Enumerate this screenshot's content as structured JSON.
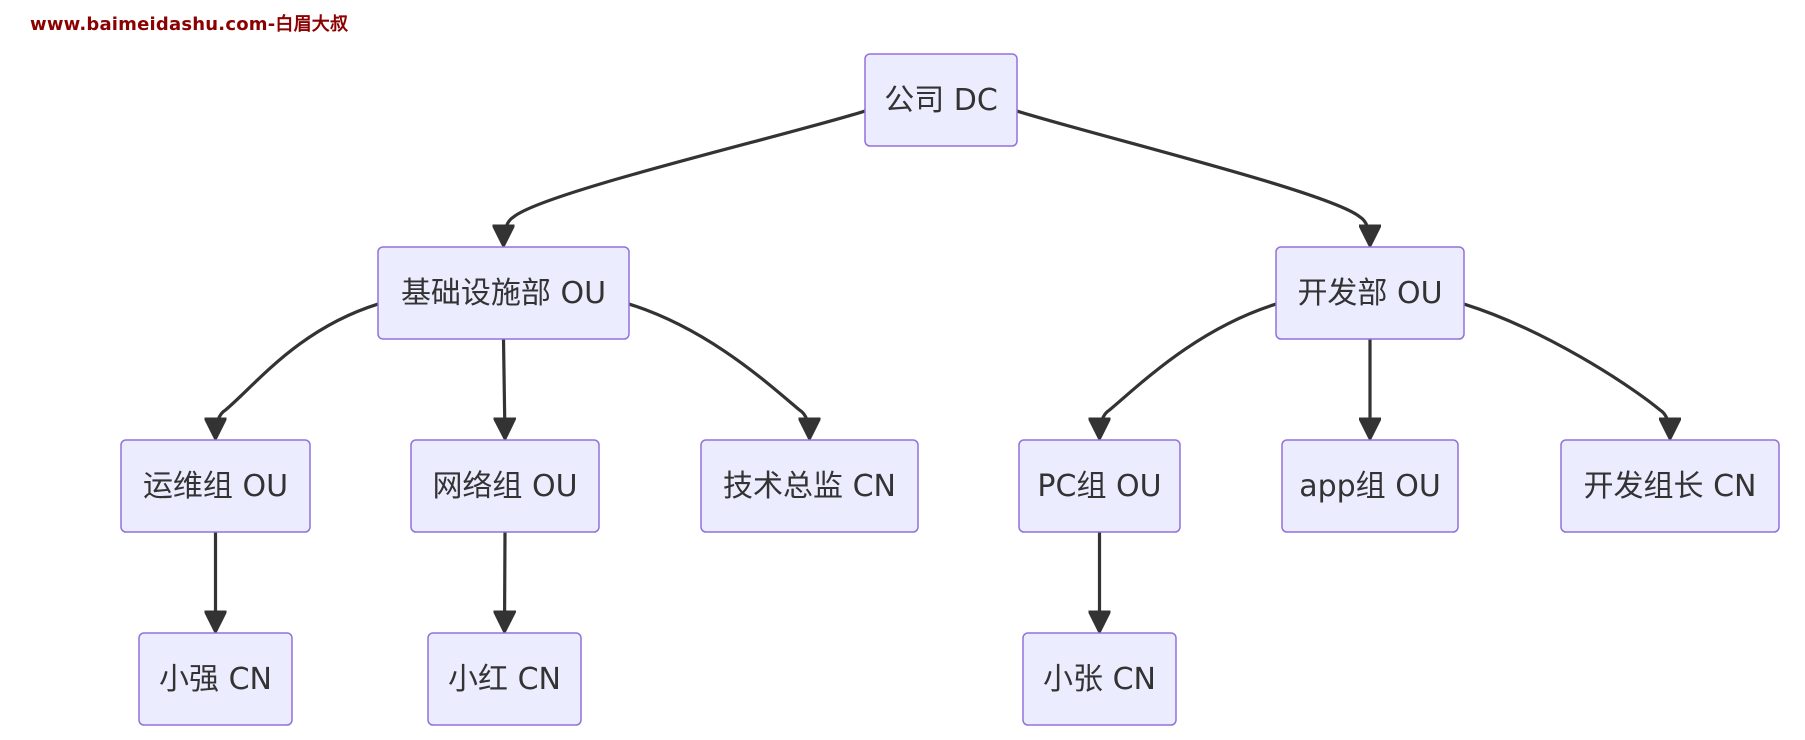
{
  "watermark": "www.baimeidashu.com-白眉大叔",
  "nodes": [
    {
      "id": "company",
      "label": "公司 DC"
    },
    {
      "id": "infra",
      "label": "基础设施部 OU"
    },
    {
      "id": "dev",
      "label": "开发部 OU"
    },
    {
      "id": "ops",
      "label": "运维组 OU"
    },
    {
      "id": "network",
      "label": "网络组 OU"
    },
    {
      "id": "techdir",
      "label": "技术总监 CN"
    },
    {
      "id": "pc",
      "label": "PC组 OU"
    },
    {
      "id": "app",
      "label": "app组 OU"
    },
    {
      "id": "devlead",
      "label": "开发组长 CN"
    },
    {
      "id": "xiaoqiang",
      "label": "小强 CN"
    },
    {
      "id": "xiaohong",
      "label": "小红 CN"
    },
    {
      "id": "xiaozhang",
      "label": "小张 CN"
    }
  ],
  "edges": [
    {
      "from": "company",
      "to": "infra"
    },
    {
      "from": "company",
      "to": "dev"
    },
    {
      "from": "infra",
      "to": "ops"
    },
    {
      "from": "infra",
      "to": "network"
    },
    {
      "from": "infra",
      "to": "techdir"
    },
    {
      "from": "dev",
      "to": "pc"
    },
    {
      "from": "dev",
      "to": "app"
    },
    {
      "from": "dev",
      "to": "devlead"
    },
    {
      "from": "ops",
      "to": "xiaoqiang"
    },
    {
      "from": "network",
      "to": "xiaohong"
    },
    {
      "from": "pc",
      "to": "xiaozhang"
    }
  ]
}
